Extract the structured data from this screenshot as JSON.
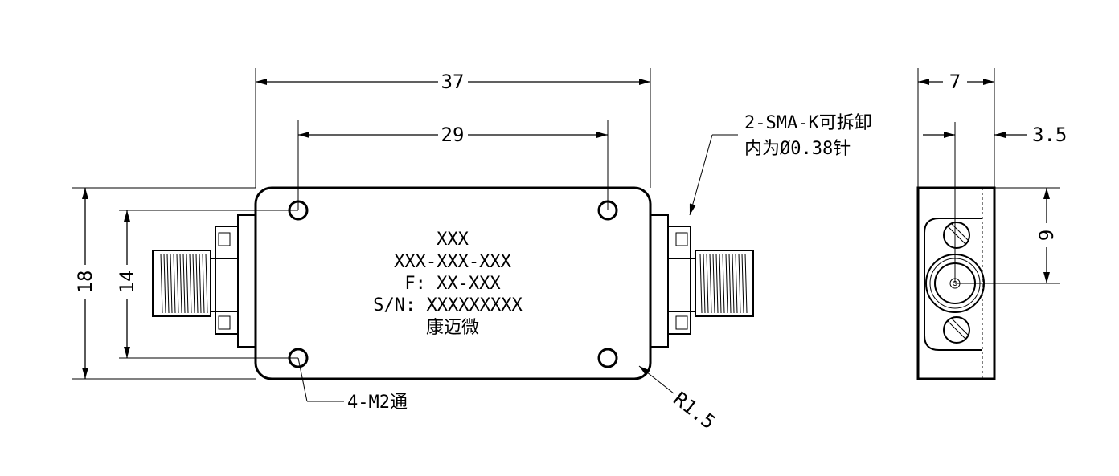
{
  "dimensions": {
    "overall_length": "37",
    "hole_spacing_x": "29",
    "overall_height": "18",
    "hole_spacing_y": "14",
    "side_width": "7",
    "side_offset": "3.5",
    "side_pin_height": "9",
    "corner_radius": "R1.5"
  },
  "notes": {
    "connector_line1": "2-SMA-K可拆卸",
    "connector_line2": "内为Ø0.38针",
    "holes": "4-M2通"
  },
  "label_plate": {
    "line1": "XXX",
    "line2": "XXX-XXX-XXX",
    "line3": "F: XX-XXX",
    "line4": "S/N: XXXXXXXXX",
    "line5": "康迈微"
  }
}
